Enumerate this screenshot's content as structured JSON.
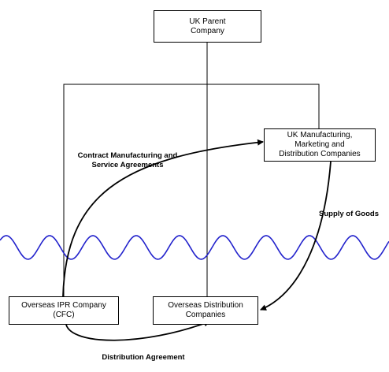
{
  "boxes": {
    "uk_parent": "UK Parent\nCompany",
    "uk_manufacturing": "UK Manufacturing,\nMarketing and\nDistribution Companies",
    "overseas_ipr": "Overseas IPR Company\n(CFC)",
    "overseas_distribution": "Overseas Distribution\nCompanies"
  },
  "labels": {
    "contract": "Contract Manufacturing and\nService Agreements",
    "supply": "Supply of Goods",
    "distribution": "Distribution Agreement"
  },
  "colors": {
    "wave": "#2222cc",
    "lines": "#000000"
  }
}
